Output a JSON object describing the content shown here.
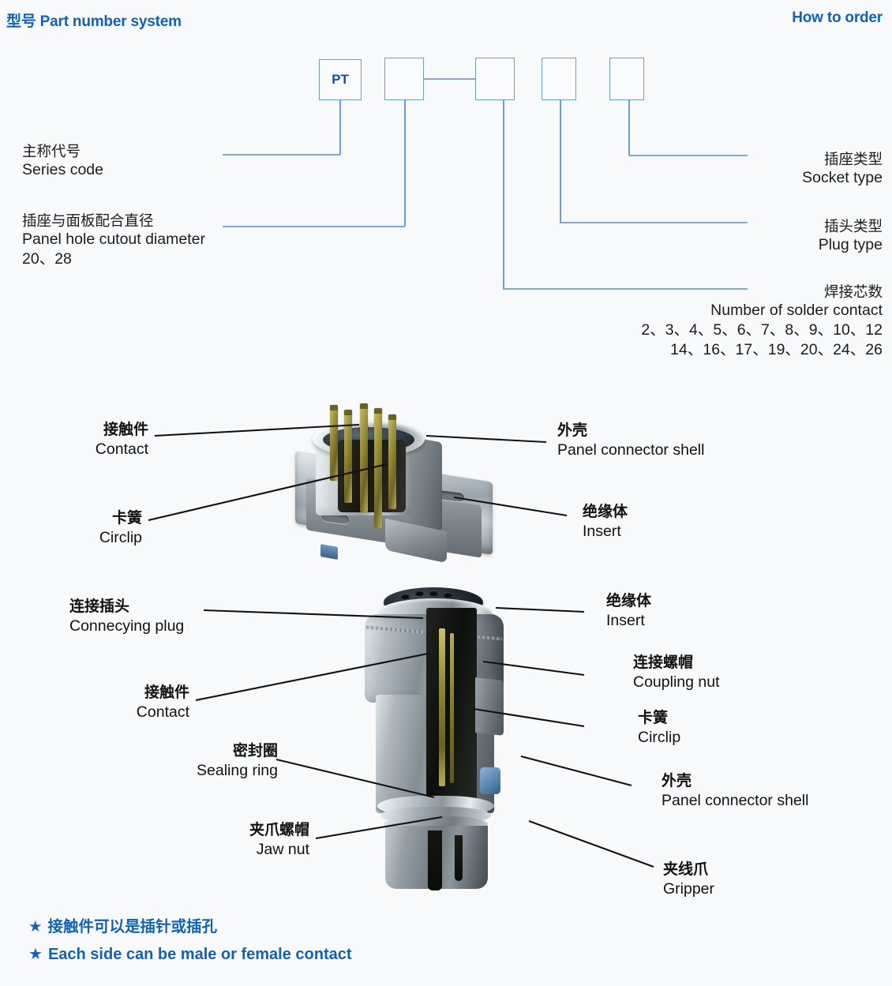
{
  "header": {
    "left_title": "型号 Part number system",
    "right_title": "How to order",
    "accent_color": "#1262b3"
  },
  "part_number_diagram": {
    "boxes": [
      {
        "label": "PT",
        "filled": true
      },
      {
        "label": "",
        "filled": false
      },
      {
        "label": "",
        "filled": false
      },
      {
        "label": "",
        "filled": false
      },
      {
        "label": "",
        "filled": false
      }
    ],
    "labels_left": [
      {
        "cn": "主称代号",
        "en": "Series code",
        "values": ""
      },
      {
        "cn": "插座与面板配合直径",
        "en": "Panel hole cutout diameter",
        "values": "20、28"
      }
    ],
    "labels_right": [
      {
        "cn": "插座类型",
        "en": "Socket type",
        "values": ""
      },
      {
        "cn": "插头类型",
        "en": "Plug type",
        "values": ""
      },
      {
        "cn": "焊接芯数",
        "en": "Number of solder contact",
        "values_line1": "2、3、4、5、6、7、8、9、10、12",
        "values_line2": "14、16、17、19、20、24、26"
      }
    ]
  },
  "figure_receptacle": {
    "callouts_left": [
      {
        "cn": "接触件",
        "en": "Contact"
      },
      {
        "cn": "卡簧",
        "en": "Circlip"
      }
    ],
    "callouts_right": [
      {
        "cn": "外壳",
        "en": "Panel connector shell"
      },
      {
        "cn": "绝缘体",
        "en": "Insert"
      }
    ]
  },
  "figure_plug": {
    "callouts_left": [
      {
        "cn": "连接插头",
        "en": "Connecying plug"
      },
      {
        "cn": "接触件",
        "en": "Contact"
      },
      {
        "cn": "密封圈",
        "en": "Sealing ring"
      },
      {
        "cn": "夹爪螺帽",
        "en": "Jaw nut"
      }
    ],
    "callouts_right": [
      {
        "cn": "绝缘体",
        "en": "Insert"
      },
      {
        "cn": "连接螺帽",
        "en": "Coupling nut"
      },
      {
        "cn": "卡簧",
        "en": "Circlip"
      },
      {
        "cn": "外壳",
        "en": "Panel connector shell"
      },
      {
        "cn": "夹线爪",
        "en": "Gripper"
      }
    ]
  },
  "notes": [
    {
      "star": "★",
      "text": "接触件可以是插针或插孔"
    },
    {
      "star": "★",
      "text": "Each side can be male or female contact"
    }
  ]
}
